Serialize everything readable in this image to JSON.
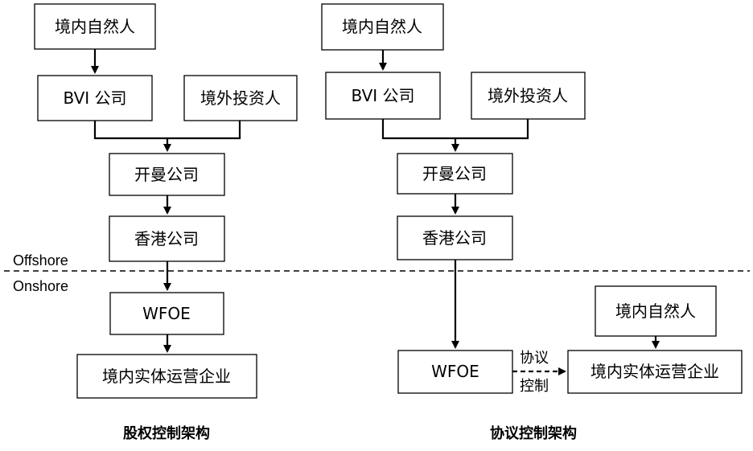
{
  "zones": {
    "offshore": "Offshore",
    "onshore": "Onshore"
  },
  "equity": {
    "caption": "股权控制架构",
    "individual": "境内自然人",
    "bvi": "BVI 公司",
    "foreign_investor": "境外投资人",
    "cayman": "开曼公司",
    "hongkong": "香港公司",
    "wfoe": "WFOE",
    "operating_entity": "境内实体运营企业"
  },
  "agreement": {
    "caption": "协议控制架构",
    "individual": "境内自然人",
    "bvi": "BVI 公司",
    "foreign_investor": "境外投资人",
    "cayman": "开曼公司",
    "hongkong": "香港公司",
    "wfoe": "WFOE",
    "individual_onshore": "境内自然人",
    "operating_entity": "境内实体运营企业",
    "contract_label_line1": "协议",
    "contract_label_line2": "控制"
  }
}
